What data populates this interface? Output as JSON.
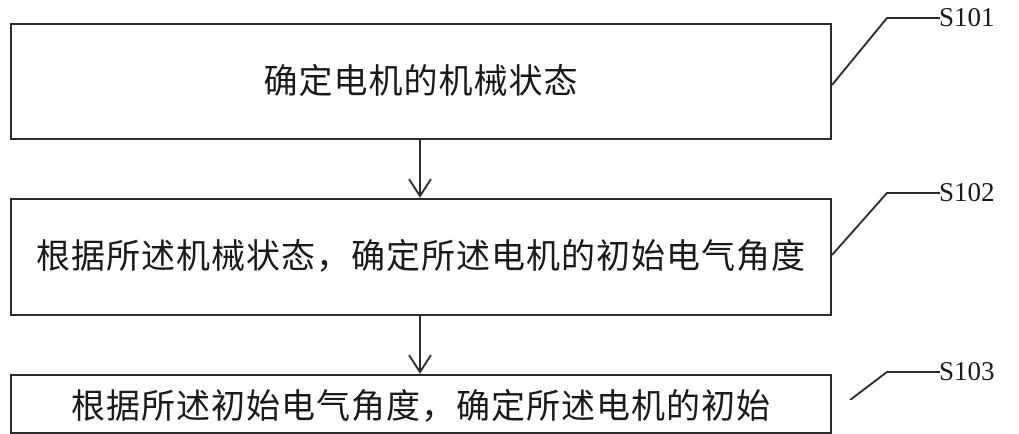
{
  "steps": [
    {
      "id": "S101",
      "text": "确定电机的机械状态"
    },
    {
      "id": "S102",
      "text": "根据所述机械状态，确定所述电机的初始电气角度"
    },
    {
      "id": "S103",
      "text": "根据所述初始电气角度，确定所述电机的初始"
    }
  ],
  "colors": {
    "stroke": "#2b2b2b",
    "background": "#ffffff"
  }
}
